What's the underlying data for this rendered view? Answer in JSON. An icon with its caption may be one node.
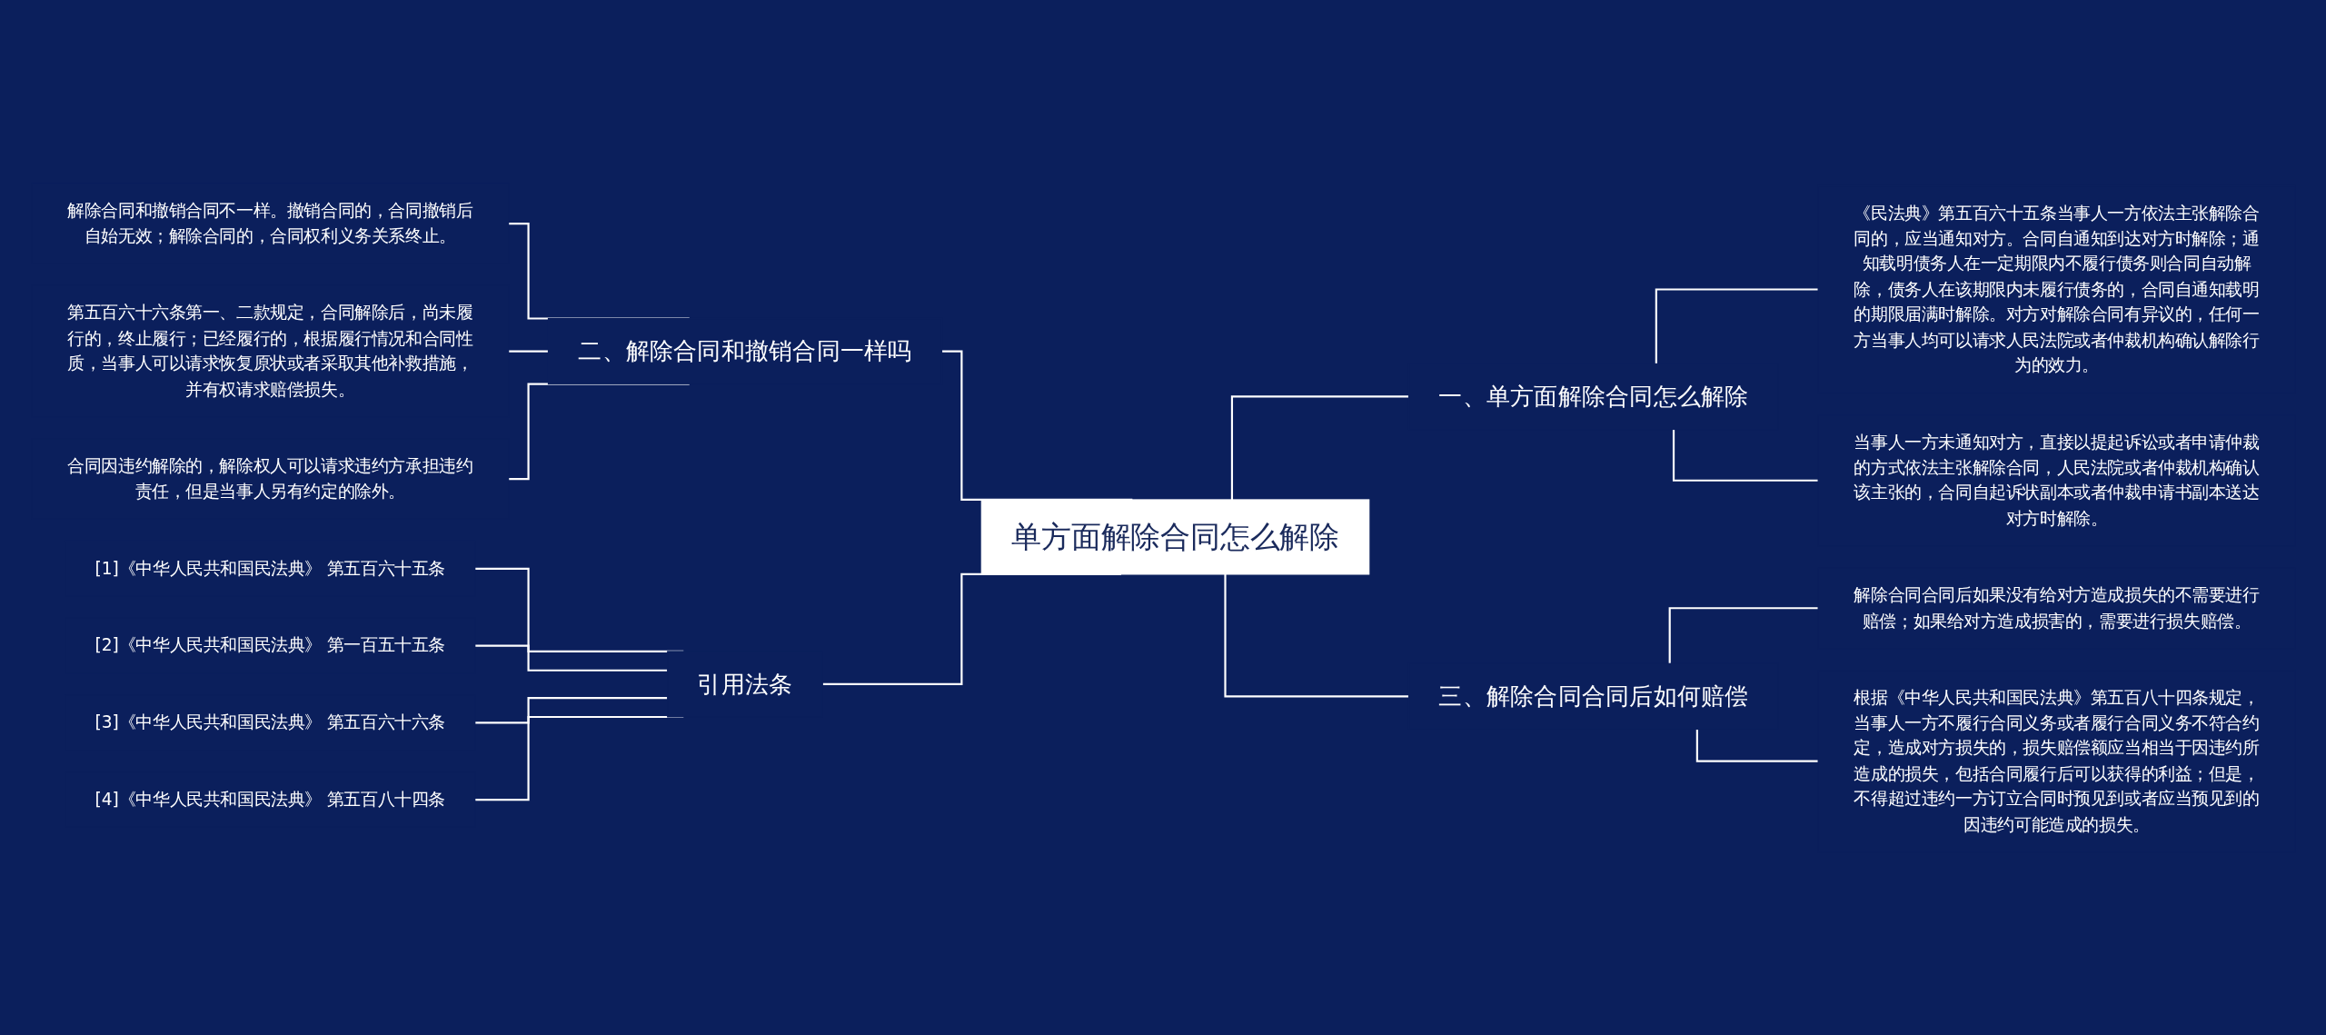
{
  "diagram": {
    "nodes": [
      {
        "text": [
          "单方面解除合同怎么解除"
        ]
      },
      {
        "text": [
          "一、单方面解除合同怎么解除"
        ]
      },
      {
        "text": [
          "《民法典》第五百六十五条当事人一方依法主张解除合同的，应当通知对方。合同自通知到达对方时解除；通知载明债务人在一定期限内不履行债务则合同自动解除，债务人在该期限内未履行债务的，合同自通知载明的期限届满时解除。对方对解除合同有异议的，任何一方当事人均可以请求人民法院或者仲裁机构确认解除行为的效力。"
        ]
      },
      {
        "text": [
          "当事人一方未通知对方，直接以提起诉讼或者申请仲裁的方式依法主张解除合同，人民法院或者仲裁机构确认该主张的，合同自起诉状副本或者仲裁申请书副本送达对方时解除。"
        ]
      },
      {
        "text": [
          "三、解除合同合同后如何赔偿"
        ]
      },
      {
        "text": [
          "解除合同合同后如果没有给对方造成损失的不需要进行赔偿；如果给对方造成损害的，需要进行损失赔偿。"
        ]
      },
      {
        "text": [
          "根据《中华人民共和国民法典》第五百八十四条规定，当事人一方不履行合同义务或者履行合同义务不符合约定，造成对方损失的，损失赔偿额应当相当于因违约所造成的损失，包括合同履行后可以获得的利益；但是，不得超过违约一方订立合同时预见到或者应当预见到的因违约可能造成的损失。"
        ]
      },
      {
        "text": [
          "二、解除合同和撤销合同一样吗"
        ]
      },
      {
        "text": [
          "解除合同和撤销合同不一样。撤销合同的，合同撤销后自始无效；解除合同的，合同权利义务关系终止。"
        ]
      },
      {
        "text": [
          "第五百六十六条第一、二款规定，合同解除后，尚未履行的，终止履行；已经履行的，根据履行情况和合同性质，当事人可以请求恢复原状或者采取其他补救措施，并有权请求赔偿损失。"
        ]
      },
      {
        "text": [
          "合同因违约解除的，解除权人可以请求违约方承担违约责任，但是当事人另有约定的除外。"
        ]
      },
      {
        "text": [
          "引用法条"
        ]
      },
      {
        "text": [
          "[1]《中华人民共和国民法典》 第五百六十五条"
        ]
      },
      {
        "text": [
          "[2]《中华人民共和国民法典》 第一百五十五条"
        ]
      },
      {
        "text": [
          "[3]《中华人民共和国民法典》 第五百六十六条"
        ]
      },
      {
        "text": [
          "[4]《中华人民共和国民法典》 第五百八十四条"
        ]
      }
    ],
    "edges": [
      {
        "from": 0,
        "to": 1,
        "arrow": "none"
      },
      {
        "from": 1,
        "to": 2,
        "arrow": "none"
      },
      {
        "from": 1,
        "to": 3,
        "arrow": "none"
      },
      {
        "from": 0,
        "to": 4,
        "arrow": "none"
      },
      {
        "from": 4,
        "to": 5,
        "arrow": "none"
      },
      {
        "from": 4,
        "to": 6,
        "arrow": "none"
      },
      {
        "from": 0,
        "to": 7,
        "arrow": "none"
      },
      {
        "from": 7,
        "to": 8,
        "arrow": "none"
      },
      {
        "from": 7,
        "to": 9,
        "arrow": "none"
      },
      {
        "from": 7,
        "to": 10,
        "arrow": "none"
      },
      {
        "from": 0,
        "to": 11,
        "arrow": "none"
      },
      {
        "from": 11,
        "to": 12,
        "arrow": "none"
      },
      {
        "from": 11,
        "to": 13,
        "arrow": "none"
      },
      {
        "from": 11,
        "to": 14,
        "arrow": "none"
      },
      {
        "from": 11,
        "to": 15,
        "arrow": "none"
      }
    ]
  }
}
